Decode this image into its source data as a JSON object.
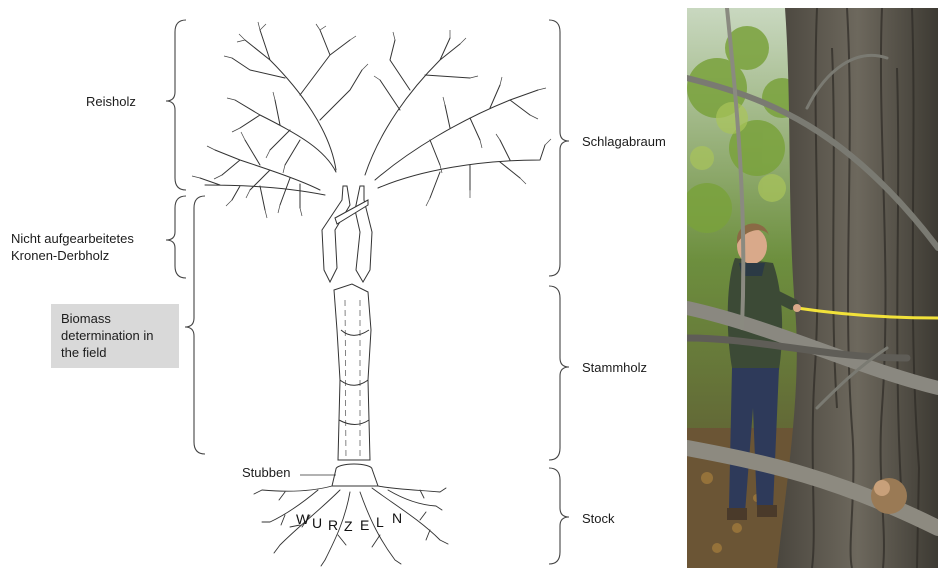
{
  "labels": {
    "reisholz": "Reisholz",
    "krone": [
      "Nicht aufgearbeitetes",
      "Kronen-Derbholz"
    ],
    "schlagabraum": "Schlagabraum",
    "stammholz": "Stammholz",
    "stock": "Stock",
    "stubben": "Stubben",
    "wurzeln": "WURZELN"
  },
  "biomass_box": "Biomass determination in the field",
  "colors": {
    "box_fill": "#d9d9d9",
    "line": "#333333",
    "tape": "#f2e23a"
  }
}
